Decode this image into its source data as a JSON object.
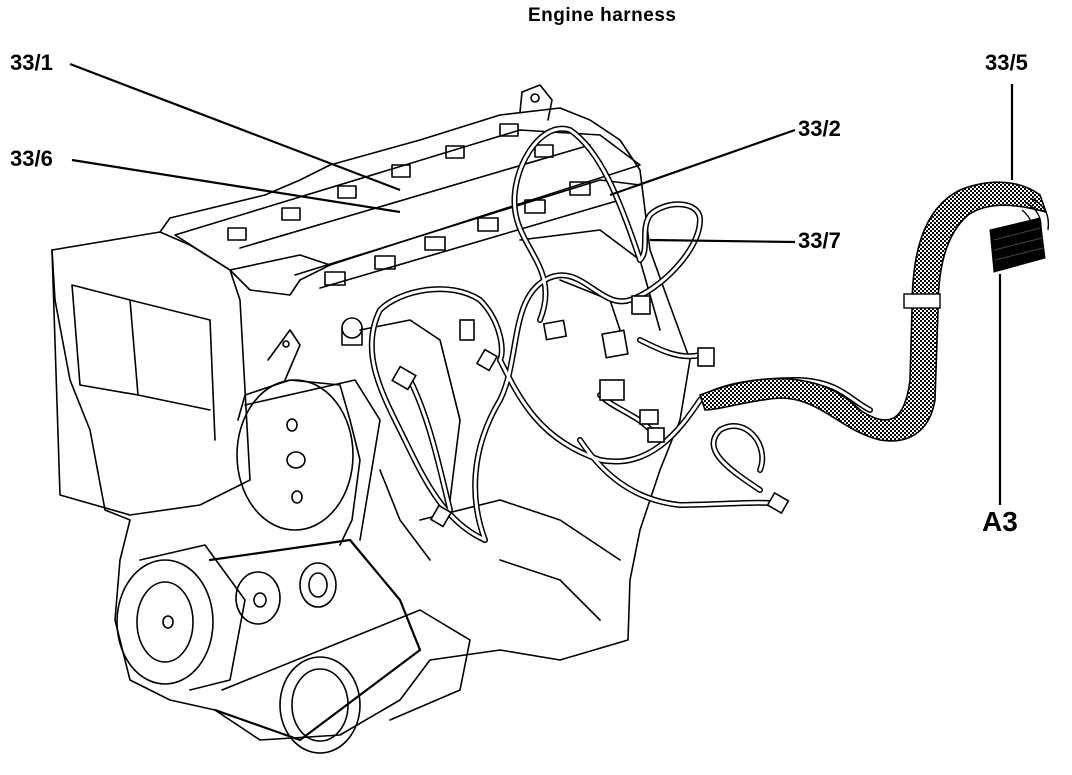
{
  "title": "Engine harness",
  "callouts": {
    "c331": "33/1",
    "c336": "33/6",
    "c332": "33/2",
    "c337": "33/7",
    "c335": "33/5",
    "a3": "A3"
  },
  "colors": {
    "line": "#000000",
    "background": "#ffffff",
    "harness_fill": "#7a7a7a"
  }
}
